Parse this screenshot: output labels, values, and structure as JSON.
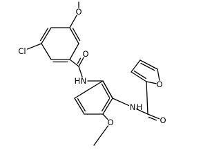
{
  "molecule": {
    "atom_labels": {
      "cl": "Cl",
      "o_methoxy_top": "O",
      "o_carbonyl_left": "O",
      "nh_left": "N",
      "h_left": "H",
      "o_methoxy_bottom": "O",
      "nh_right": "N",
      "h_right": "H",
      "o_furan": "O",
      "o_carbonyl_right": "O"
    }
  }
}
